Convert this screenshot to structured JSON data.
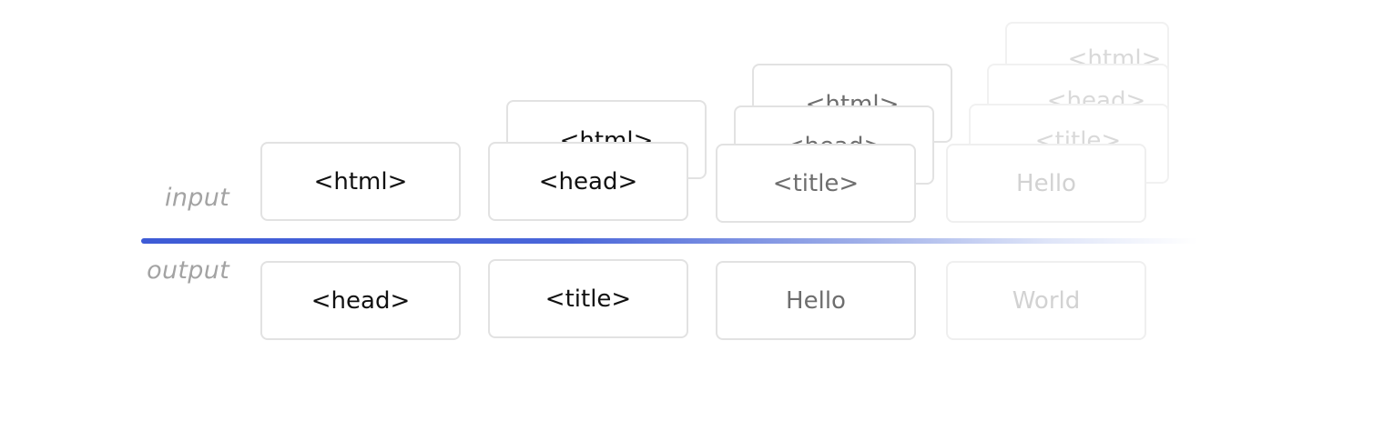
{
  "labels": {
    "input": "input",
    "output": "output"
  },
  "colors": {
    "divider": "#3e5bd6",
    "border": "#e2e2e2"
  },
  "tokens": {
    "input_main": [
      "<html>",
      "<head>",
      "<title>",
      "Hello"
    ],
    "input_context_col2": [
      "<html>"
    ],
    "input_context_col3": [
      "<html>",
      "<head>"
    ],
    "input_context_col4": [
      "<html>",
      "<head>",
      "<title>"
    ],
    "output": [
      "<head>",
      "<title>",
      "Hello",
      "World"
    ]
  }
}
